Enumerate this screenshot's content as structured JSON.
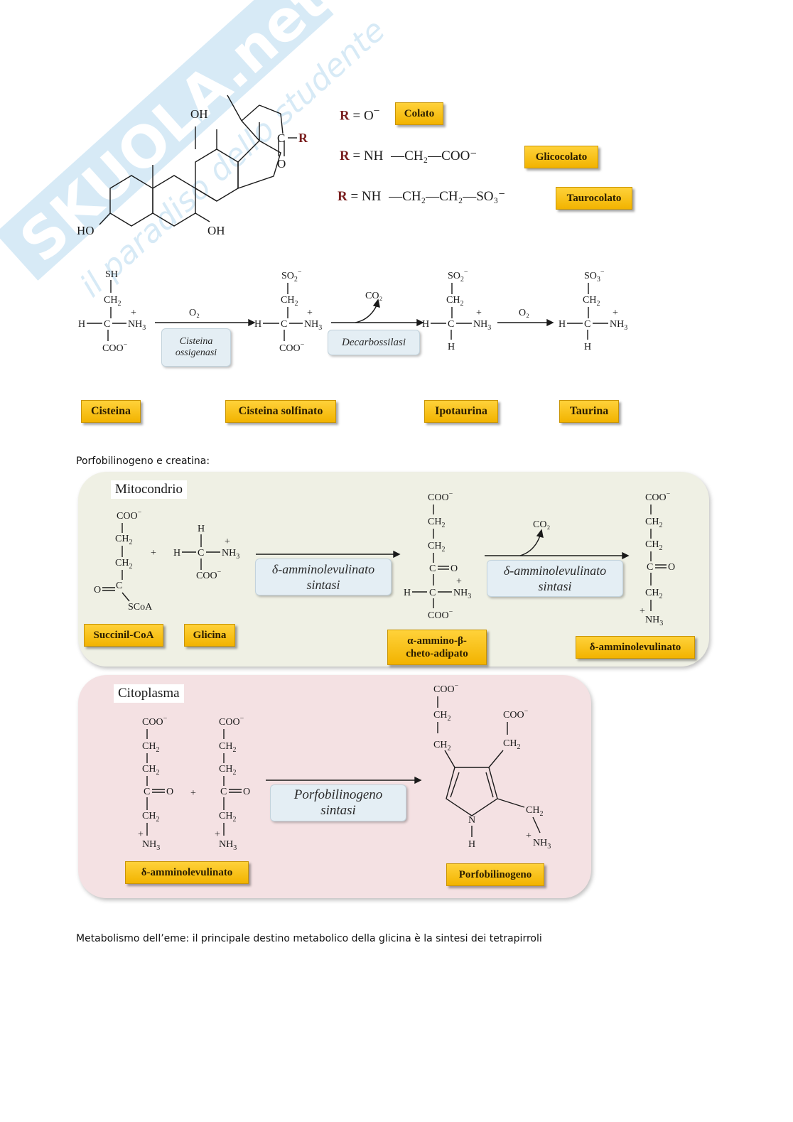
{
  "watermark": {
    "logo": "SKUOLA.net",
    "tagline": "il paradiso dello studente"
  },
  "bile_acids": {
    "substituents": {
      "oh_top": "OH",
      "ho_left": "HO",
      "oh_bottom": "OH",
      "carbonyl_c": "C",
      "carbonyl_o": "O",
      "r": "R"
    },
    "rows": [
      {
        "formula_r": "R",
        "formula_rest": "= O",
        "tag": "Colato"
      },
      {
        "formula_r": "R",
        "formula_rest": "= NH",
        "chain": "—CH₂—COO⁻",
        "tag": "Glicocolato"
      },
      {
        "formula_r": "R",
        "formula_rest": "= NH",
        "chain": "—CH₂—CH₂—SO₃⁻",
        "tag": "Taurocolato"
      }
    ]
  },
  "taurine_path": {
    "o2_1": "O₂",
    "o2_2": "O₂",
    "co2": "CO₂",
    "enzymes": {
      "e1_line1": "Cisteina",
      "e1_line2": "ossigenasi",
      "e2": "Decarbossilasi"
    },
    "compounds": [
      "Cisteina",
      "Cisteina solfinato",
      "Ipotaurina",
      "Taurina"
    ]
  },
  "section_title": "Porfobilinogeno e creatina:",
  "mito": {
    "label": "Mitocondrio",
    "plus": "+",
    "co2": "CO₂",
    "enzyme1": {
      "l1": "δ-amminolevulinato",
      "l2": "sintasi"
    },
    "enzyme2": {
      "l1": "δ-amminolevulinato",
      "l2": "sintasi"
    },
    "tags": {
      "succinil": "Succinil-CoA",
      "glicina": "Glicina",
      "amino_line1": "α-ammino-β-",
      "amino_line2": "cheto-adipato",
      "ala": "δ-amminolevulinato"
    }
  },
  "cito": {
    "label": "Citoplasma",
    "plus": "+",
    "enzyme": {
      "l1": "Porfobilinogeno",
      "l2": "sintasi"
    },
    "tags": {
      "ala": "δ-amminolevulinato",
      "pbg": "Porfobilinogeno"
    }
  },
  "caption": "Metabolismo dell’eme: il principale destino metabolico della glicina è la sintesi dei tetrapirroli"
}
